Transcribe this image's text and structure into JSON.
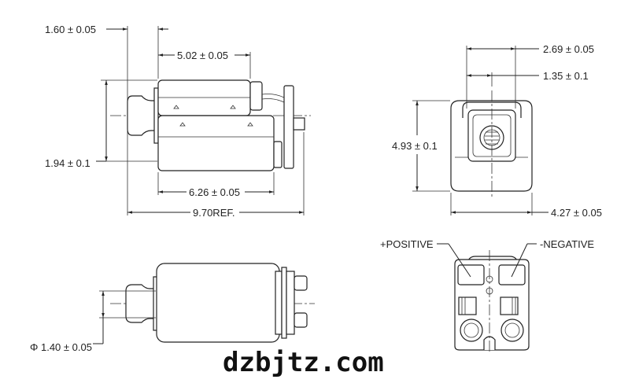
{
  "dimensions": {
    "side_offset": "1.60 ± 0.05",
    "upper_body_length": "5.02 ± 0.05",
    "height_side": "1.94 ± 0.1",
    "lower_body_length": "6.26 ± 0.05",
    "overall_length": "9.70REF.",
    "end_width_outer": "2.69 ± 0.05",
    "end_half_width": "1.35 ± 0.1",
    "end_height": "4.93 ± 0.1",
    "end_width": "4.27 ± 0.05",
    "pin_diameter": "Φ 1.40 ± 0.05"
  },
  "terminals": {
    "positive": "+POSITIVE",
    "negative": "-NEGATIVE"
  },
  "watermark": "dzbjtz.com"
}
